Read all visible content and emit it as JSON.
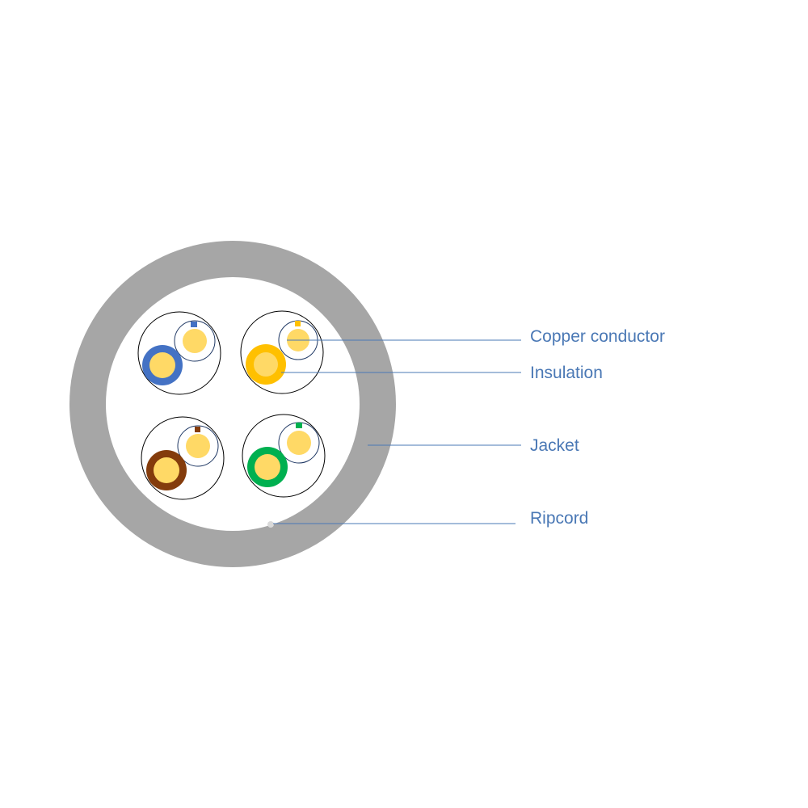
{
  "labels": {
    "copper_conductor": "Copper conductor",
    "insulation": "Insulation",
    "jacket": "Jacket",
    "ripcord": "Ripcord"
  },
  "colors": {
    "jacket": "#a6a6a6",
    "cable_interior": "#ffffff",
    "leader_line": "#4a78b5",
    "label_text": "#4a78b5",
    "copper": "#ffd966",
    "copper_core_light": "#ffe699",
    "pair_outline": "#000000",
    "blue_insulation": "#4472c4",
    "orange_insulation": "#ffc000",
    "brown_insulation": "#843c0c",
    "green_insulation": "#00b050",
    "ripcord": "#d9d9d9"
  },
  "pairs": [
    {
      "name": "blue-pair",
      "color": "blue"
    },
    {
      "name": "orange-pair",
      "color": "orange"
    },
    {
      "name": "brown-pair",
      "color": "brown"
    },
    {
      "name": "green-pair",
      "color": "green"
    }
  ]
}
